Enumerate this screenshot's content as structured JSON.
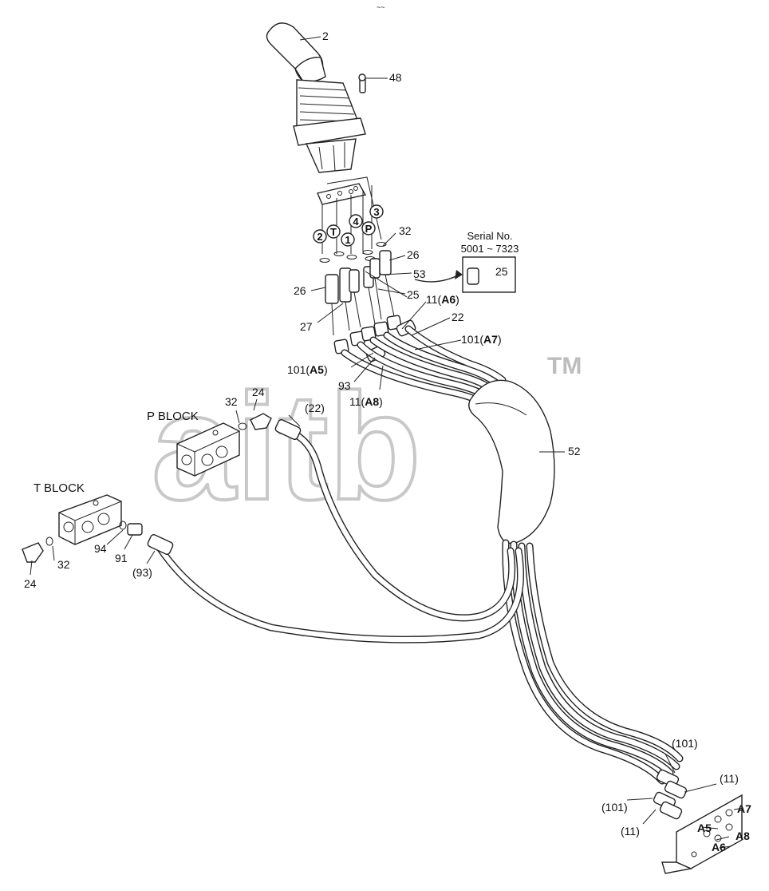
{
  "watermark": {
    "text": "aitb",
    "tm": "TM"
  },
  "header_mark": "~~",
  "blocks": {
    "p_block": "P BLOCK",
    "t_block": "T BLOCK"
  },
  "serial_box": {
    "title": "Serial No.",
    "range": "5001 ~ 7323",
    "part": "25"
  },
  "circled_ports": [
    "2",
    "T",
    "1",
    "4",
    "P",
    "3"
  ],
  "callouts": {
    "c2": "2",
    "c48": "48",
    "c32a": "32",
    "c26a": "26",
    "c53": "53",
    "c26b": "26",
    "c25": "25",
    "c27": "27",
    "c11a6": "11(",
    "c11a6_port": "A6",
    "c11a6_end": ")",
    "c22": "22",
    "c101a7": "101(",
    "c101a7_port": "A7",
    "c101a7_end": ")",
    "c101a5": "101(",
    "c101a5_port": "A5",
    "c101a5_end": ")",
    "c93": "93",
    "c11a8": "11(",
    "c11a8_port": "A8",
    "c11a8_end": ")",
    "c52": "52",
    "c22p": "(22)",
    "c32b": "32",
    "c24a": "24",
    "c32c": "32",
    "c24b": "24",
    "c94": "94",
    "c91": "91",
    "c93p": "(93)",
    "c101p1": "(101)",
    "c11p1": "(11)",
    "c101p2": "(101)",
    "c11p2": "(11)"
  },
  "bracket_ports": {
    "a5": "A5",
    "a6": "A6",
    "a7": "A7",
    "a8": "A8"
  }
}
